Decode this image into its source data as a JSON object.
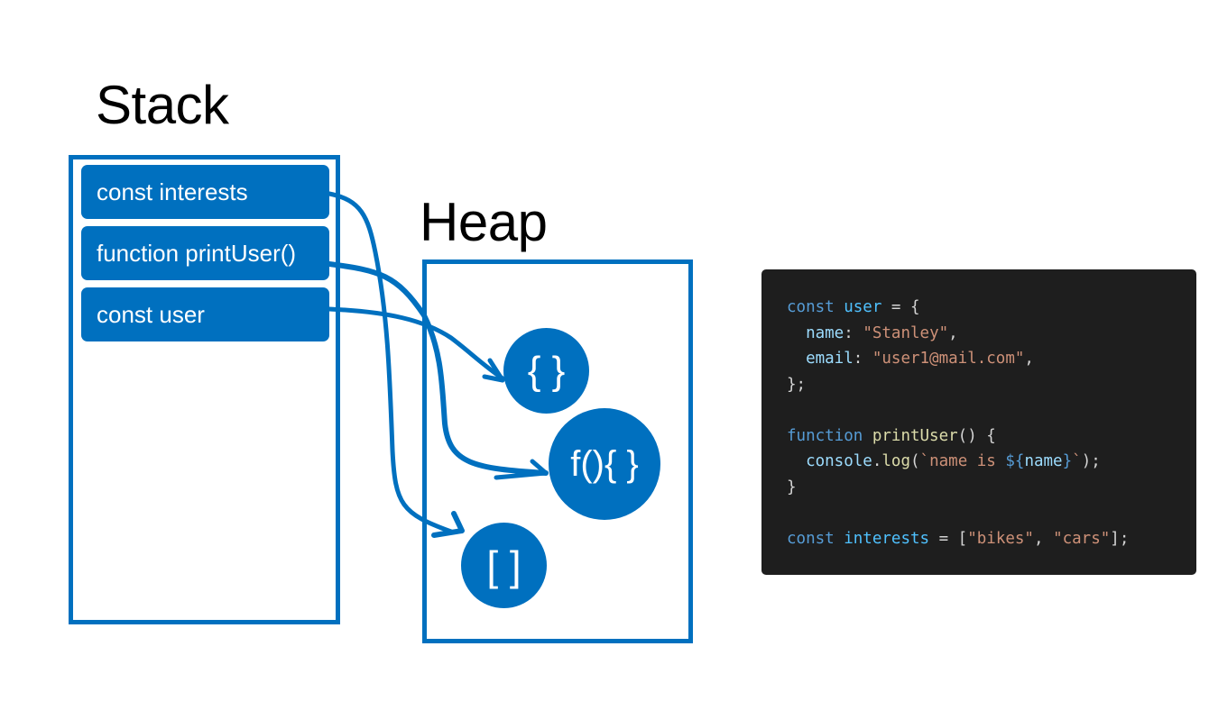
{
  "titles": {
    "stack": "Stack",
    "heap": "Heap"
  },
  "stack_frames": [
    {
      "label": "const interests",
      "points_to": "array"
    },
    {
      "label": "function printUser()",
      "points_to": "function"
    },
    {
      "label": "const user",
      "points_to": "object"
    }
  ],
  "heap_nodes": {
    "object": {
      "symbol": "{ }"
    },
    "function": {
      "symbol": "f(){ }"
    },
    "array": {
      "symbol": "[ ]"
    }
  },
  "colors": {
    "accent": "#0070bf",
    "code_background": "#1e1e1e",
    "keyword": "#569cd6",
    "variable": "#4fc1ff",
    "property": "#9cdcfe",
    "string": "#ce9178",
    "function_name": "#dcdcaa",
    "punctuation": "#d4d4d4"
  },
  "code": [
    [
      {
        "t": "const",
        "c": "kw"
      },
      {
        "t": " ",
        "c": "punc"
      },
      {
        "t": "user",
        "c": "var"
      },
      {
        "t": " = {",
        "c": "punc"
      }
    ],
    [
      {
        "t": "  ",
        "c": "punc"
      },
      {
        "t": "name",
        "c": "prop"
      },
      {
        "t": ": ",
        "c": "punc"
      },
      {
        "t": "\"Stanley\"",
        "c": "str"
      },
      {
        "t": ",",
        "c": "punc"
      }
    ],
    [
      {
        "t": "  ",
        "c": "punc"
      },
      {
        "t": "email",
        "c": "prop"
      },
      {
        "t": ": ",
        "c": "punc"
      },
      {
        "t": "\"user1@mail.com\"",
        "c": "str"
      },
      {
        "t": ",",
        "c": "punc"
      }
    ],
    [
      {
        "t": "};",
        "c": "punc"
      }
    ],
    [
      {
        "t": "",
        "c": "punc"
      }
    ],
    [
      {
        "t": "function",
        "c": "kw"
      },
      {
        "t": " ",
        "c": "punc"
      },
      {
        "t": "printUser",
        "c": "fn"
      },
      {
        "t": "() {",
        "c": "punc"
      }
    ],
    [
      {
        "t": "  ",
        "c": "punc"
      },
      {
        "t": "console",
        "c": "prop"
      },
      {
        "t": ".",
        "c": "punc"
      },
      {
        "t": "log",
        "c": "fn"
      },
      {
        "t": "(",
        "c": "punc"
      },
      {
        "t": "`name is ",
        "c": "str"
      },
      {
        "t": "${",
        "c": "kw"
      },
      {
        "t": "name",
        "c": "prop"
      },
      {
        "t": "}",
        "c": "kw"
      },
      {
        "t": "`",
        "c": "str"
      },
      {
        "t": ");",
        "c": "punc"
      }
    ],
    [
      {
        "t": "}",
        "c": "punc"
      }
    ],
    [
      {
        "t": "",
        "c": "punc"
      }
    ],
    [
      {
        "t": "const",
        "c": "kw"
      },
      {
        "t": " ",
        "c": "punc"
      },
      {
        "t": "interests",
        "c": "var"
      },
      {
        "t": " = [",
        "c": "punc"
      },
      {
        "t": "\"bikes\"",
        "c": "str"
      },
      {
        "t": ", ",
        "c": "punc"
      },
      {
        "t": "\"cars\"",
        "c": "str"
      },
      {
        "t": "];",
        "c": "punc"
      }
    ]
  ]
}
